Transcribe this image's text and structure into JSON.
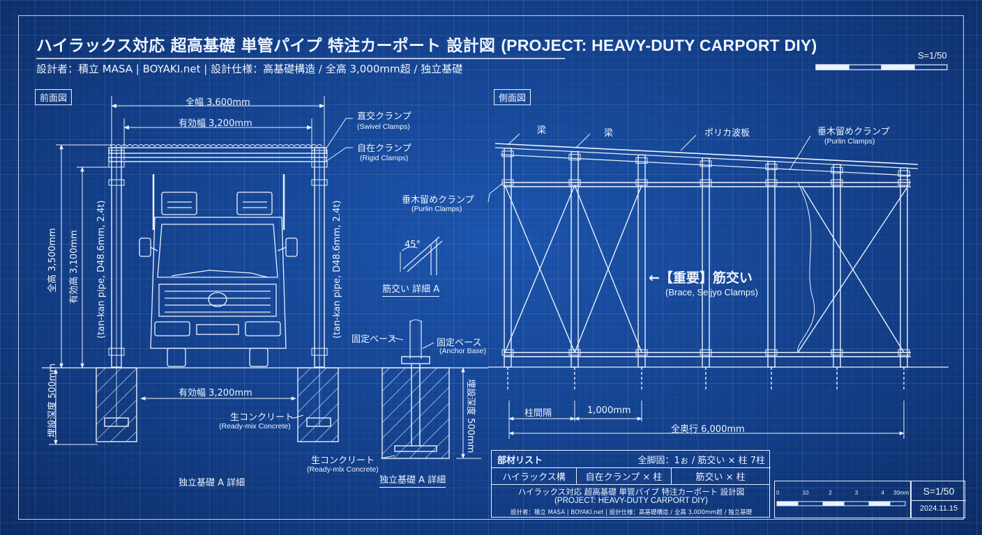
{
  "header": {
    "title_jp": "ハイラックス対応 超高基礎 単管パイプ 特注カーポート 設計図",
    "title_en": "(PROJECT: HEAVY-DUTY CARPORT DIY)",
    "subtitle": "設計者：積立 MASA | BOYAKI.net | 設計仕様：高基礎構造 / 全高 3,000mm超 / 独立基礎",
    "scale": "S=1/50"
  },
  "front_view": {
    "label": "前面図",
    "total_width": "全幅 3,600mm",
    "effective_width_top": "有効幅 3,200mm",
    "effective_width_bottom": "有効幅 3,200mm",
    "swivel_jp": "直交クランプ",
    "swivel_en": "(Swivel Clamps)",
    "rigid_jp": "自在クランプ",
    "rigid_en": "(Rigid Clamps)",
    "total_height": "全高 3,500mm",
    "effective_height": "有効高 3,100mm",
    "pipe_left": "(tan-kan pipe, D48.6mm, 2.4t)",
    "pipe_right": "(tan-kan pipe, D48.6mm, 2.4t)",
    "embed_depth": "埋設深度 500mm",
    "concrete_jp": "生コンクリート",
    "concrete_en": "(Ready-mix Concrete)",
    "foundation_caption": "独立基礎 A 詳細"
  },
  "brace_detail": {
    "angle": "45°",
    "caption": "筋交い 詳細 A"
  },
  "foundation_detail": {
    "base_left": "固定ベース",
    "base_right_jp": "固定ベース",
    "base_right_en": "(Anchor Base)",
    "depth": "埋設深度 500mm",
    "concrete_jp": "生コンクリート",
    "concrete_en": "(Ready-mlx Concrete)",
    "caption": "独立基礎 A 詳細"
  },
  "side_view": {
    "label": "側面図",
    "beam1": "梁",
    "beam2": "梁",
    "polycarbonate": "ポリカ波板",
    "purlin_right_jp": "垂木留めクランプ",
    "purlin_right_en": "(Purlin Clamps)",
    "purlin_left_jp": "垂木留めクランプ",
    "purlin_left_en": "(Purlin Clamps)",
    "brace_jp": "←【重要】筋交い",
    "brace_en": "(Brace, Seijyo Clamps)",
    "column_spacing": "柱間隔",
    "spacing_value": "1,000mm",
    "total_depth": "全奥行 6,000mm"
  },
  "parts_table": {
    "heading": "部材リスト",
    "summary": "全脚固：1ぉ / 筋交い × 柱 7柱",
    "col1": "ハイラックス構",
    "col2": "自在クランプ × 柱",
    "col3": "筋交い × 柱"
  },
  "title_block": {
    "title_jp": "ハイラックス対応 超高基礎 単管パイプ 特注カーポート 設計図",
    "title_en": "(PROJECT: HEAVY-DUTY CARPORT DIY)",
    "info": "設計者：積立 MASA | BOYAKI.net | 設計仕様：高基礎構造 / 全高 3,000mm超 / 独立基礎",
    "scale_ticks": [
      "0",
      "10",
      "2",
      "3",
      "4",
      "30mm"
    ],
    "scale": "S=1/50",
    "date": "2024.11.15"
  },
  "colors": {
    "background": "#14428f",
    "line": "#eaf2ff"
  }
}
